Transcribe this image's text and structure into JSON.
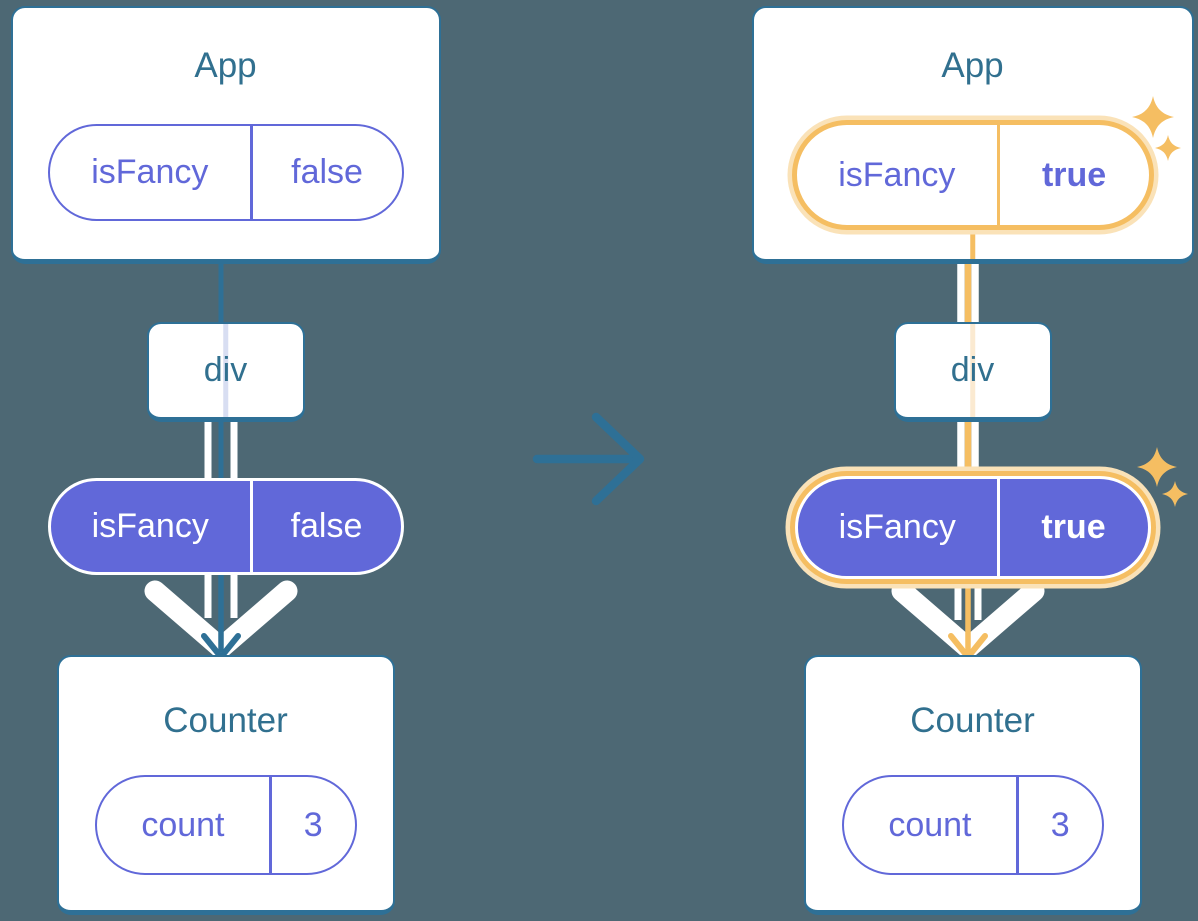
{
  "background": "#4D6874",
  "colors": {
    "card_border": "#2E7096",
    "title_text": "#31708F",
    "purple": "#6168D9",
    "purple_light": "#D8DEF2",
    "orange": "#F5BE62",
    "orange_light": "#FAE2B8",
    "orange_faint": "#FBEAD1",
    "white": "#FFFFFF"
  },
  "icons": {
    "transition": "right-arrow",
    "flow": "down-arrow",
    "highlight": "sparkles"
  },
  "before": {
    "app": {
      "title": "App",
      "prop": {
        "name": "isFancy",
        "value": "false"
      }
    },
    "container": {
      "label": "div"
    },
    "passed_prop": {
      "name": "isFancy",
      "value": "false"
    },
    "counter": {
      "title": "Counter",
      "state": {
        "name": "count",
        "value": "3"
      }
    }
  },
  "after": {
    "app": {
      "title": "App",
      "prop": {
        "name": "isFancy",
        "value": "true"
      }
    },
    "container": {
      "label": "div"
    },
    "passed_prop": {
      "name": "isFancy",
      "value": "true"
    },
    "counter": {
      "title": "Counter",
      "state": {
        "name": "count",
        "value": "3"
      }
    }
  }
}
